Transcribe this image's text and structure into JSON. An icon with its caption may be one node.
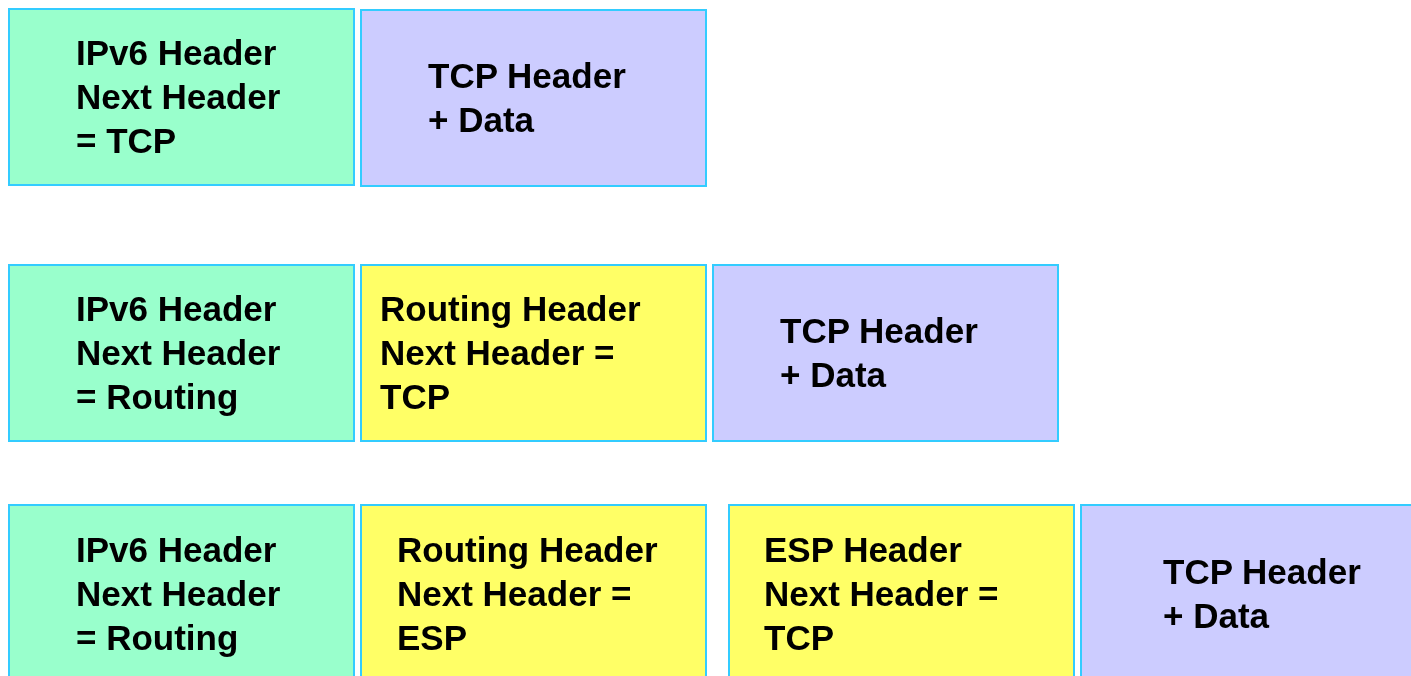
{
  "diagram": {
    "nodes": [
      {
        "text": [
          "IPv6 Header Next Header = TCP"
        ]
      },
      {
        "text": [
          "TCP Header + Data"
        ]
      },
      {
        "text": [
          "IPv6 Header Next Header = Routing"
        ]
      },
      {
        "text": [
          "Routing Header Next Header = TCP"
        ]
      },
      {
        "text": [
          "TCP Header + Data"
        ]
      },
      {
        "text": [
          "IPv6 Header Next Header = Routing"
        ]
      },
      {
        "text": [
          "Routing Header Next Header = ESP"
        ]
      },
      {
        "text": [
          "ESP Header Next Header = TCP"
        ]
      },
      {
        "text": [
          "TCP Header + Data"
        ]
      }
    ]
  }
}
